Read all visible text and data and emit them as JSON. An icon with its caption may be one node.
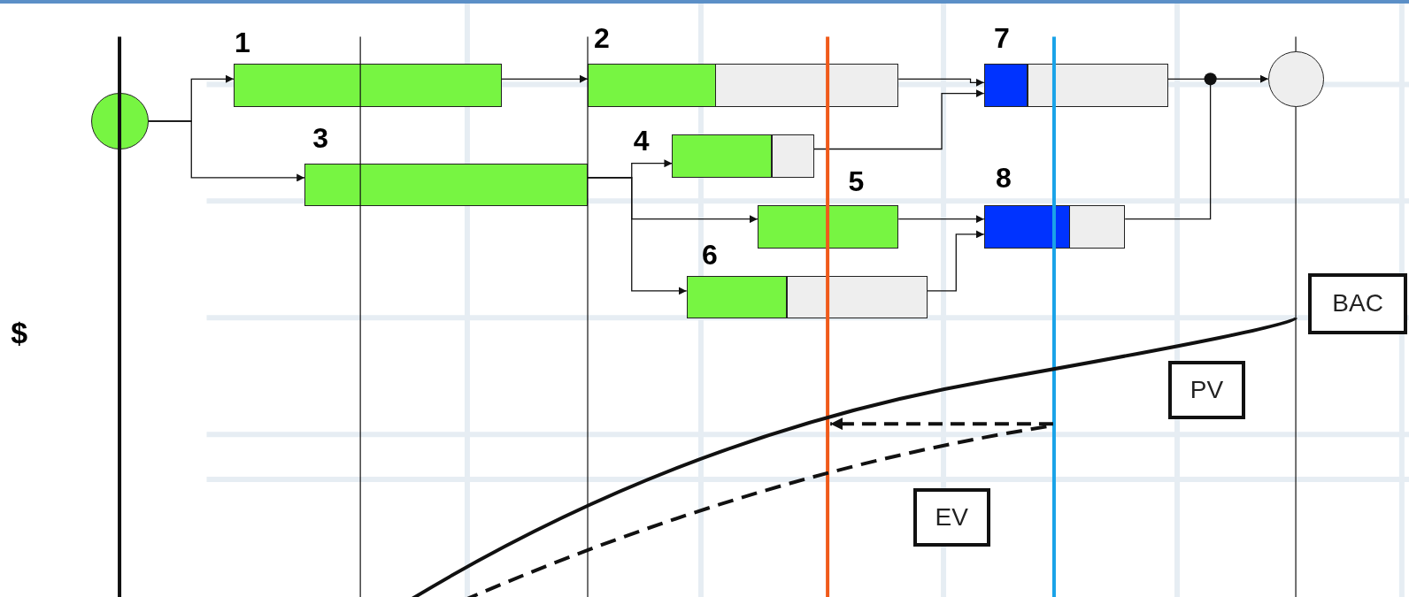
{
  "diagram": {
    "nodes": [
      {
        "text": [],
        "shape": "circle"
      },
      {
        "text": [
          "1"
        ]
      },
      {
        "text": [
          "2"
        ]
      },
      {
        "text": [
          "3"
        ]
      },
      {
        "text": [
          "4"
        ]
      },
      {
        "text": [
          "5"
        ]
      },
      {
        "text": [
          "6"
        ]
      },
      {
        "text": [
          "7"
        ]
      },
      {
        "text": [
          "8"
        ]
      },
      {
        "text": [],
        "shape": "circle"
      },
      {
        "text": [
          "BAC"
        ]
      },
      {
        "text": [
          "PV"
        ]
      },
      {
        "text": [
          "EV"
        ]
      }
    ],
    "edges": [
      {
        "from": 0,
        "to": 1,
        "arrow": "to"
      },
      {
        "from": 0,
        "to": 3,
        "arrow": "to"
      },
      {
        "from": 1,
        "to": 2,
        "arrow": "to"
      },
      {
        "from": 3,
        "to": 4,
        "arrow": "to"
      },
      {
        "from": 3,
        "to": 5,
        "arrow": "to"
      },
      {
        "from": 3,
        "to": 6,
        "arrow": "to"
      },
      {
        "from": 2,
        "to": 7,
        "arrow": "to"
      },
      {
        "from": 4,
        "to": 7,
        "arrow": "to"
      },
      {
        "from": 5,
        "to": 8,
        "arrow": "to"
      },
      {
        "from": 6,
        "to": 8,
        "arrow": "to"
      },
      {
        "from": 7,
        "to": 9,
        "arrow": "to"
      },
      {
        "from": 8,
        "to": 9,
        "arrow": "to"
      }
    ],
    "labels": [
      "$"
    ]
  }
}
